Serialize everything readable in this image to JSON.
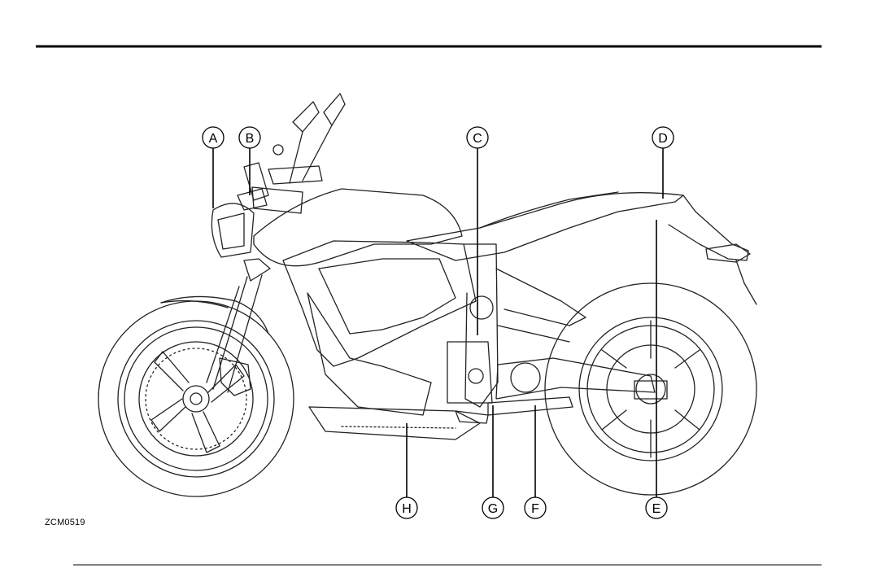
{
  "figure": {
    "id_label": "ZCM0519"
  },
  "callouts": [
    {
      "letter": "A"
    },
    {
      "letter": "B"
    },
    {
      "letter": "C"
    },
    {
      "letter": "D"
    },
    {
      "letter": "E"
    },
    {
      "letter": "F"
    },
    {
      "letter": "G"
    },
    {
      "letter": "H"
    }
  ],
  "colors": {
    "ink": "#000000",
    "line": "#222222",
    "background": "#ffffff"
  }
}
